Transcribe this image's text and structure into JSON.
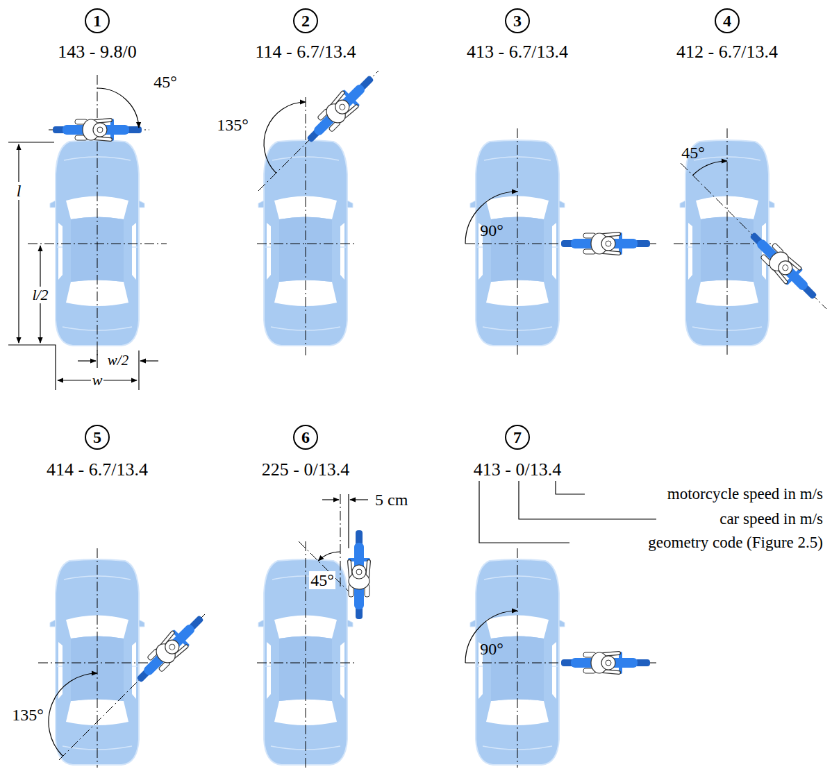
{
  "diagram": {
    "nodes": [
      {
        "text": [
          "1"
        ]
      },
      {
        "text": [
          "2"
        ]
      },
      {
        "text": [
          "3"
        ]
      },
      {
        "text": [
          "4"
        ]
      },
      {
        "text": [
          "5"
        ]
      },
      {
        "text": [
          "6"
        ]
      },
      {
        "text": [
          "7"
        ]
      }
    ],
    "labels": [
      "143 - 9.8/0",
      "114 - 6.7/13.4",
      "413 - 6.7/13.4",
      "412 - 6.7/13.4",
      "414 - 6.7/13.4",
      "225 - 0/13.4",
      "413 - 0/13.4",
      "45°",
      "l",
      "l/2",
      "w/2",
      "w",
      "135°",
      "90°",
      "45°",
      "135°",
      "5 cm",
      "45°",
      "90°",
      "motorcycle speed in m/s",
      "car speed in m/s",
      "geometry code (Figure 2.5)"
    ]
  }
}
